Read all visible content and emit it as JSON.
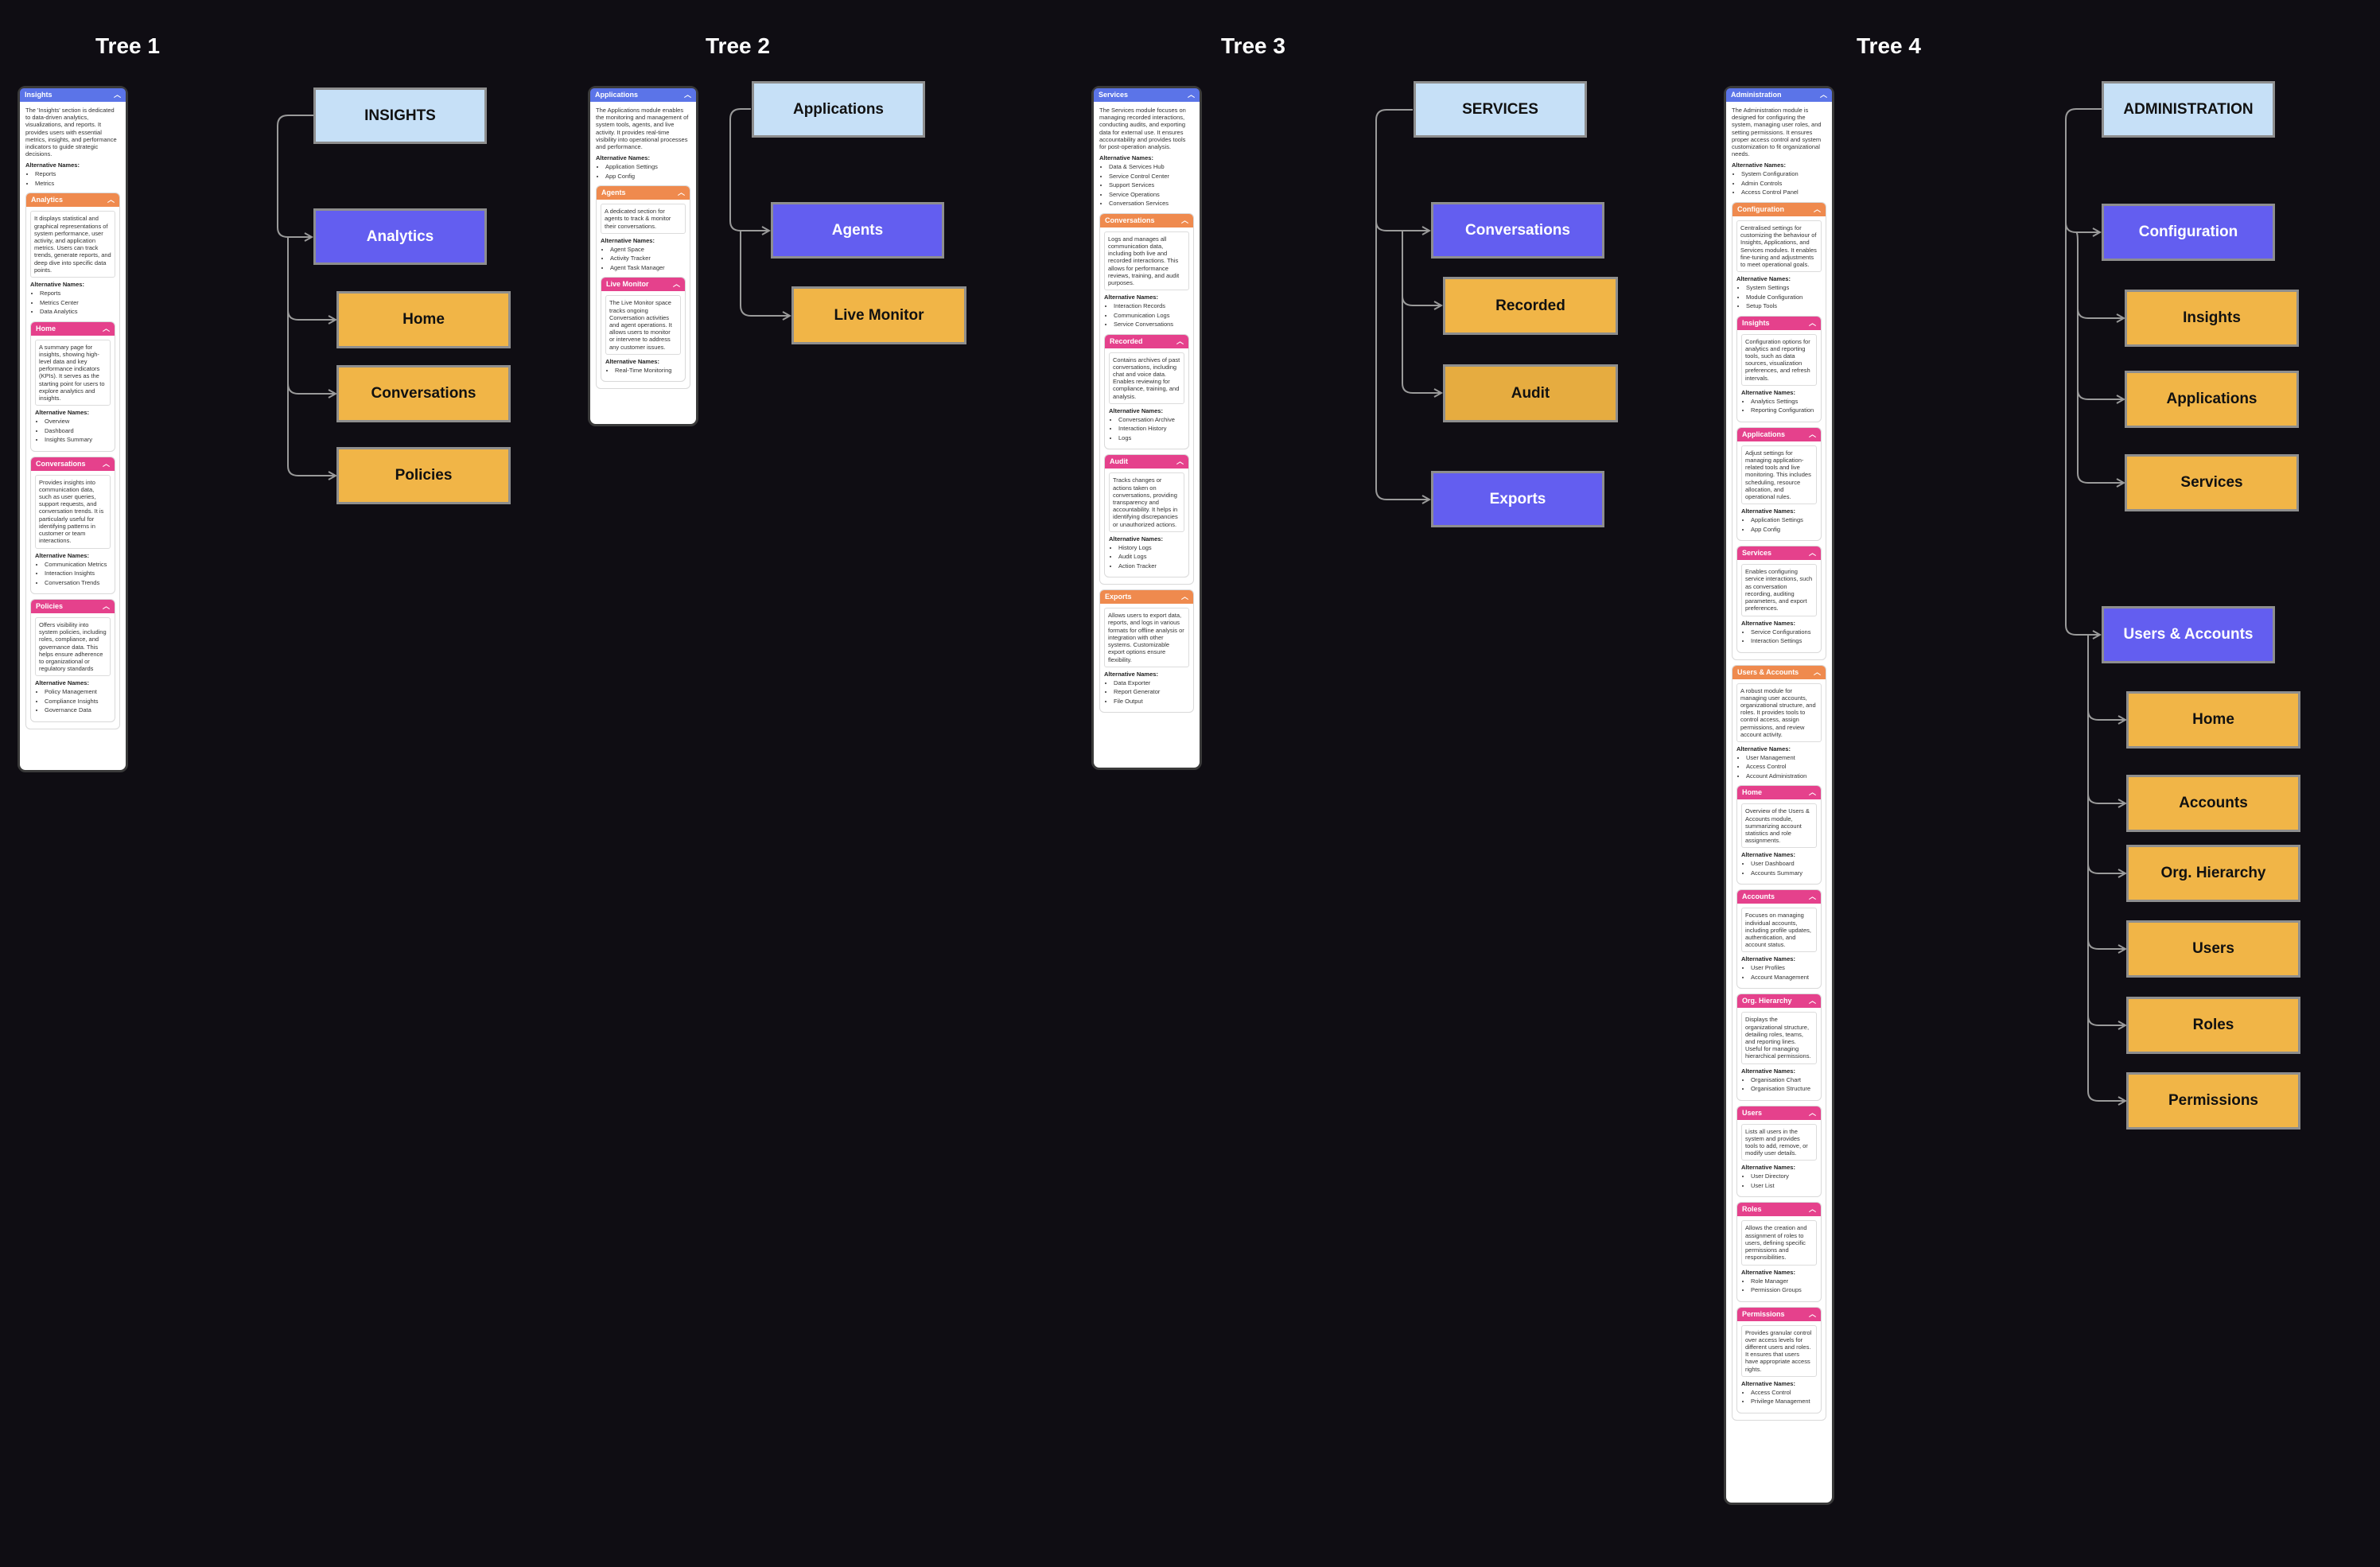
{
  "titles": [
    "Tree 1",
    "Tree 2",
    "Tree 3",
    "Tree 4"
  ],
  "colors": {
    "root": "#c6e0f7",
    "group": "#635ef0",
    "leaf": "#f1b547",
    "panel_blue": "#5b74e8",
    "panel_orange": "#ef8a4e",
    "panel_pink": "#e5418c"
  },
  "alt_label": "Alternative Names:",
  "tree1": {
    "panel": {
      "title": "Insights",
      "desc": "The 'Insights' section is dedicated to data-driven analytics, visualizations, and reports. It provides users with essential metrics, insights, and performance indicators to guide strategic decisions.",
      "alts": [
        "Reports",
        "Metrics"
      ],
      "analytics": {
        "title": "Analytics",
        "desc": "It displays statistical and graphical representations of system performance, user activity, and application metrics. Users can track trends, generate reports, and deep dive into specific data points.",
        "alts": [
          "Reports",
          "Metrics Center",
          "Data Analytics"
        ]
      },
      "home": {
        "title": "Home",
        "desc": "A summary page for insights, showing high-level data and key performance indicators (KPIs). It serves as the starting point for users to explore analytics and insights.",
        "alts": [
          "Overview",
          "Dashboard",
          "Insights Summary"
        ]
      },
      "conversations": {
        "title": "Conversations",
        "desc": "Provides insights into communication data, such as user queries, support requests, and conversation trends. It is particularly useful for identifying patterns in customer or team interactions.",
        "alts": [
          "Communication Metrics",
          "Interaction Insights",
          "Conversation Trends"
        ]
      },
      "policies": {
        "title": "Policies",
        "desc": "Offers visibility into system policies, including roles, compliance, and governance data. This helps ensure adherence to organizational or regulatory standards",
        "alts": [
          "Policy Management",
          "Compliance Insights",
          "Governance Data"
        ]
      }
    },
    "nodes": {
      "root": "INSIGHTS",
      "group": "Analytics",
      "leaves": [
        "Home",
        "Conversations",
        "Policies"
      ]
    }
  },
  "tree2": {
    "panel": {
      "title": "Applications",
      "desc": "The Applications module enables the monitoring and management of system tools, agents, and live activity. It provides real-time visibility into operational processes and performance.",
      "alts": [
        "Application Settings",
        "App Config"
      ],
      "agents": {
        "title": "Agents",
        "desc": "A dedicated section for agents to track & monitor their conversations.",
        "alts": [
          "Agent Space",
          "Activity Tracker",
          "Agent Task Manager"
        ]
      },
      "live": {
        "title": "Live Monitor",
        "desc": "The Live Monitor space tracks ongoing Conversation activities and agent operations. It allows users to monitor or intervene to address any customer issues.",
        "alts": [
          "Real-Time Monitoring"
        ]
      }
    },
    "nodes": {
      "root": "Applications",
      "group": "Agents",
      "leaf": "Live Monitor"
    }
  },
  "tree3": {
    "panel": {
      "title": "Services",
      "desc": "The Services module focuses on managing recorded interactions, conducting audits, and exporting data for external use. It ensures accountability and provides tools for post-operation analysis.",
      "alts": [
        "Data & Services Hub",
        "Service Control Center",
        "Support Services",
        "Service Operations",
        "Conversation Services"
      ],
      "conversations": {
        "title": "Conversations",
        "desc": "Logs and manages all communication data, including both live and recorded interactions. This allows for performance reviews, training, and audit purposes.",
        "alts": [
          "Interaction Records",
          "Communication Logs",
          "Service Conversations"
        ]
      },
      "recorded": {
        "title": "Recorded",
        "desc": "Contains archives of past conversations, including chat and voice data. Enables reviewing for compliance, training, and analysis.",
        "alts": [
          "Conversation Archive",
          "Interaction History",
          "Logs"
        ]
      },
      "audit": {
        "title": "Audit",
        "desc": "Tracks changes or actions taken on conversations, providing transparency and accountability. It helps in identifying discrepancies or unauthorized actions.",
        "alts": [
          "History Logs",
          "Audit Logs",
          "Action Tracker"
        ]
      },
      "exports": {
        "title": "Exports",
        "desc": "Allows users to export data, reports, and logs in various formats for offline analysis or integration with other systems. Customizable export options ensure flexibility.",
        "alts": [
          "Data Exporter",
          "Report Generator",
          "File Output"
        ]
      }
    },
    "nodes": {
      "root": "SERVICES",
      "group1": "Conversations",
      "leaves": [
        "Recorded",
        "Audit"
      ],
      "group2": "Exports"
    }
  },
  "tree4": {
    "panel": {
      "title": "Administration",
      "desc": "The Administration module is designed for configuring the system, managing user roles, and setting permissions. It ensures proper access control and system customization to fit organizational needs.",
      "alts": [
        "System Configuration",
        "Admin Controls",
        "Access Control Panel"
      ],
      "configuration": {
        "title": "Configuration",
        "desc": "Centralised settings for customizing the behaviour of Insights, Applications, and Services modules. It enables fine-tuning and adjustments to meet operational goals.",
        "alts": [
          "System Settings",
          "Module Configuration",
          "Setup Tools"
        ]
      },
      "insights": {
        "title": "Insights",
        "desc": "Configuration options for analytics and reporting tools, such as data sources, visualization preferences, and refresh intervals.",
        "alts": [
          "Analytics Settings",
          "Reporting Configuration"
        ]
      },
      "applications": {
        "title": "Applications",
        "desc": "Adjust settings for managing application-related tools and live monitoring. This includes scheduling, resource allocation, and operational rules.",
        "alts": [
          "Application Settings",
          "App Config"
        ]
      },
      "services": {
        "title": "Services",
        "desc": "Enables configuring service interactions, such as conversation recording, auditing parameters, and export preferences.",
        "alts": [
          "Service Configurations",
          "Interaction Settings"
        ]
      },
      "users_accounts": {
        "title": "Users & Accounts",
        "desc": "A robust module for managing user accounts, organizational structure, and roles. It provides tools to control access, assign permissions, and review account activity.",
        "alts": [
          "User Management",
          "Access Control",
          "Account Administration"
        ]
      },
      "home": {
        "title": "Home",
        "desc": "Overview of the Users & Accounts module, summarizing account statistics and role assignments.",
        "alts": [
          "User Dashboard",
          "Accounts Summary"
        ]
      },
      "accounts": {
        "title": "Accounts",
        "desc": "Focuses on managing individual accounts, including profile updates, authentication, and account status.",
        "alts": [
          "User Profiles",
          "Account Management"
        ]
      },
      "org": {
        "title": "Org. Hierarchy",
        "desc": "Displays the organizational structure, detailing roles, teams, and reporting lines. Useful for managing hierarchical permissions.",
        "alts": [
          "Organisation Chart",
          "Organisation Structure"
        ]
      },
      "users": {
        "title": "Users",
        "desc": "Lists all users in the system and provides tools to add, remove, or modify user details.",
        "alts": [
          "User Directory",
          "User List"
        ]
      },
      "roles": {
        "title": "Roles",
        "desc": "Allows the creation and assignment of roles to users, defining specific permissions and responsibilities.",
        "alts": [
          "Role Manager",
          "Permission Groups"
        ]
      },
      "permissions": {
        "title": "Permissions",
        "desc": "Provides granular control over access levels for different users and roles. It ensures that users have appropriate access rights.",
        "alts": [
          "Access Control",
          "Privilege Management"
        ]
      }
    },
    "nodes": {
      "root": "ADMINISTRATION",
      "group1": "Configuration",
      "group1_leaves": [
        "Insights",
        "Applications",
        "Services"
      ],
      "group2": "Users & Accounts",
      "group2_leaves": [
        "Home",
        "Accounts",
        "Org. Hierarchy",
        "Users",
        "Roles",
        "Permissions"
      ]
    }
  }
}
